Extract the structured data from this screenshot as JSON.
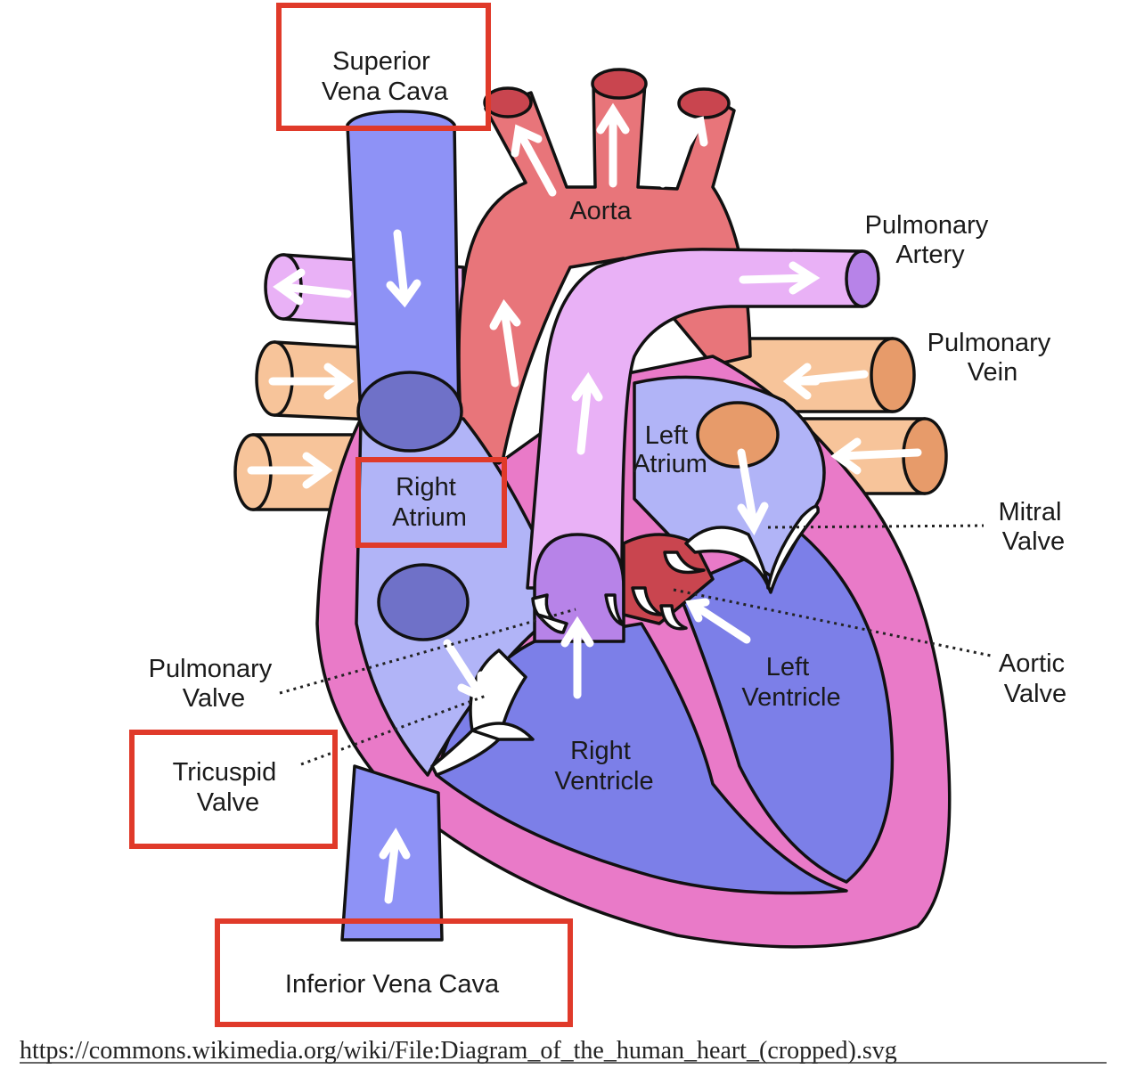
{
  "labels": {
    "superior_vena_cava": [
      "Superior",
      "Vena Cava"
    ],
    "aorta": [
      "Aorta"
    ],
    "pulmonary_artery": [
      "Pulmonary",
      "Artery"
    ],
    "pulmonary_vein": [
      "Pulmonary",
      "Vein"
    ],
    "left_atrium": [
      "Left",
      "Atrium"
    ],
    "right_atrium": [
      "Right",
      "Atrium"
    ],
    "mitral_valve": [
      "Mitral",
      "Valve"
    ],
    "aortic_valve": [
      "Aortic",
      "Valve"
    ],
    "pulmonary_valve": [
      "Pulmonary",
      "Valve"
    ],
    "left_ventricle": [
      "Left",
      "Ventricle"
    ],
    "right_ventricle": [
      "Right",
      "Ventricle"
    ],
    "tricuspid_valve": [
      "Tricuspid",
      "Valve"
    ],
    "inferior_vena_cava": [
      "Inferior Vena Cava"
    ]
  },
  "source_url": "https://commons.wikimedia.org/wiki/File:Diagram_of_the_human_heart_(cropped).svg",
  "highlight_color": "#e03a2a",
  "colors": {
    "deoxygenated_vessel": "#8e92f6",
    "oxygenated_vessel": "#e8757a",
    "pulmonary_artery": "#e9b1f6",
    "pulmonary_vein": "#f7c49a",
    "heart_wall": "#e97ac8",
    "chamber_blue": "#7c7fe8",
    "atrium_light": "#b1b4f7"
  }
}
